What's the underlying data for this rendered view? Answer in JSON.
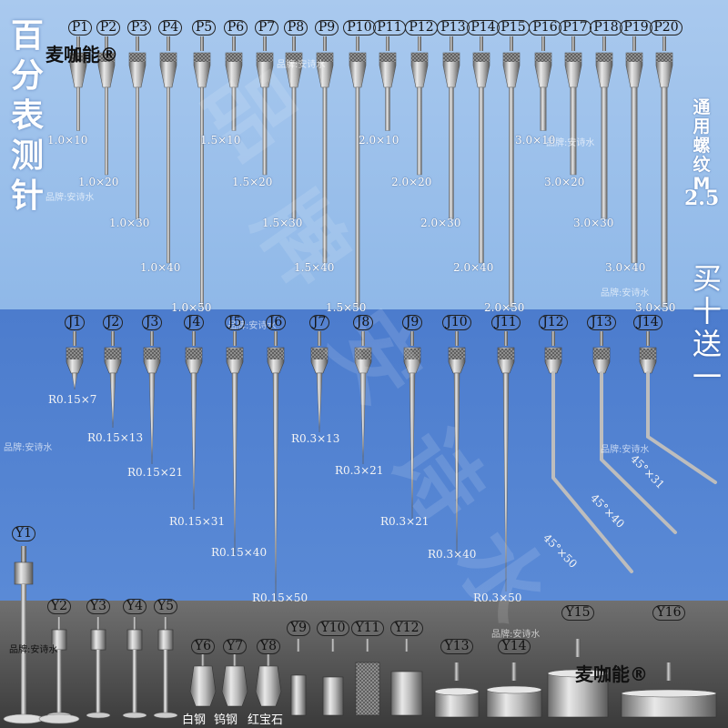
{
  "title": "百分表测针",
  "thread_label": "通用螺纹M",
  "thread_size": "2.5",
  "promo": "买十送一",
  "brand_mark": "麦咖能®",
  "watermark": "品牌:安诗水",
  "watermark_big": [
    "品",
    "牌",
    "安",
    "诗",
    "水"
  ],
  "materials": [
    "白钢",
    "钨钢",
    "红宝石"
  ],
  "p_probes": [
    {
      "code": "P1",
      "label": "1.0×10"
    },
    {
      "code": "P2",
      "label": "1.0×20"
    },
    {
      "code": "P3",
      "label": "1.0×30"
    },
    {
      "code": "P4",
      "label": "1.0×40"
    },
    {
      "code": "P5",
      "label": "1.0×50"
    },
    {
      "code": "P6",
      "label": "1.5×10"
    },
    {
      "code": "P7",
      "label": "1.5×20"
    },
    {
      "code": "P8",
      "label": "1.5×30"
    },
    {
      "code": "P9",
      "label": "1.5×40"
    },
    {
      "code": "P10",
      "label": "1.5×50"
    },
    {
      "code": "P11",
      "label": "2.0×10"
    },
    {
      "code": "P12",
      "label": "2.0×20"
    },
    {
      "code": "P13",
      "label": "2.0×30"
    },
    {
      "code": "P14",
      "label": "2.0×40"
    },
    {
      "code": "P15",
      "label": "2.0×50"
    },
    {
      "code": "P16",
      "label": "3.0×10"
    },
    {
      "code": "P17",
      "label": "3.0×20"
    },
    {
      "code": "P18",
      "label": "3.0×30"
    },
    {
      "code": "P19",
      "label": "3.0×40"
    },
    {
      "code": "P20",
      "label": "3.0×50"
    }
  ],
  "j_probes": [
    {
      "code": "J1",
      "label": "R0.15×7"
    },
    {
      "code": "J2",
      "label": "R0.15×13"
    },
    {
      "code": "J3",
      "label": "R0.15×21"
    },
    {
      "code": "J4",
      "label": "R0.15×31"
    },
    {
      "code": "J5",
      "label": "R0.15×40"
    },
    {
      "code": "J6",
      "label": "R0.15×50"
    },
    {
      "code": "J7",
      "label": "R0.3×13"
    },
    {
      "code": "J8",
      "label": "R0.3×21"
    },
    {
      "code": "J9",
      "label": "R0.3×21"
    },
    {
      "code": "J10",
      "label": "R0.3×40"
    },
    {
      "code": "J11",
      "label": "R0.3×50"
    },
    {
      "code": "J12",
      "label": "45°×50"
    },
    {
      "code": "J13",
      "label": "45°×40"
    },
    {
      "code": "J14",
      "label": "45°×31"
    }
  ],
  "y_probes": [
    {
      "code": "Y1"
    },
    {
      "code": "Y2"
    },
    {
      "code": "Y3"
    },
    {
      "code": "Y4"
    },
    {
      "code": "Y5"
    },
    {
      "code": "Y6"
    },
    {
      "code": "Y7"
    },
    {
      "code": "Y8"
    },
    {
      "code": "Y9"
    },
    {
      "code": "Y10"
    },
    {
      "code": "Y11"
    },
    {
      "code": "Y12"
    },
    {
      "code": "Y13"
    },
    {
      "code": "Y14"
    },
    {
      "code": "Y15"
    },
    {
      "code": "Y16"
    }
  ]
}
